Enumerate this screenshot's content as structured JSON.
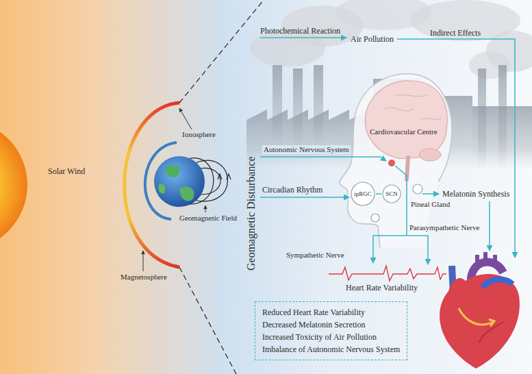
{
  "diagram": {
    "nodes": [
      {
        "text": [
          "ipRGC"
        ]
      },
      {
        "text": [
          "SCN"
        ]
      },
      {
        "text": [
          "Reduced Heart Rate Variability",
          "Decreased Melatonin Secretion",
          "Increased Toxicity of Air Pollution",
          "Imbalance of Autonomic Nervous System"
        ]
      }
    ],
    "edges": [
      {
        "from": 0,
        "to": 1,
        "arrow": "none"
      }
    ],
    "labels": [
      "Solar Wind",
      "Ionosphere",
      "Geomagnetic Field",
      "Magnetosphere",
      "Geomagnetic Disturbance",
      "Photochemical Reaction",
      "Air Pollution",
      "Indirect Effects",
      "Autonomic Nervous System",
      "Circadian Rhythm",
      "Cardiovascular Centre",
      "Pineal Gland",
      "Melatonin Synthesis",
      "Parasympathetic Nerve",
      "Sympathetic Nerve",
      "Heart Rate Variability"
    ]
  }
}
